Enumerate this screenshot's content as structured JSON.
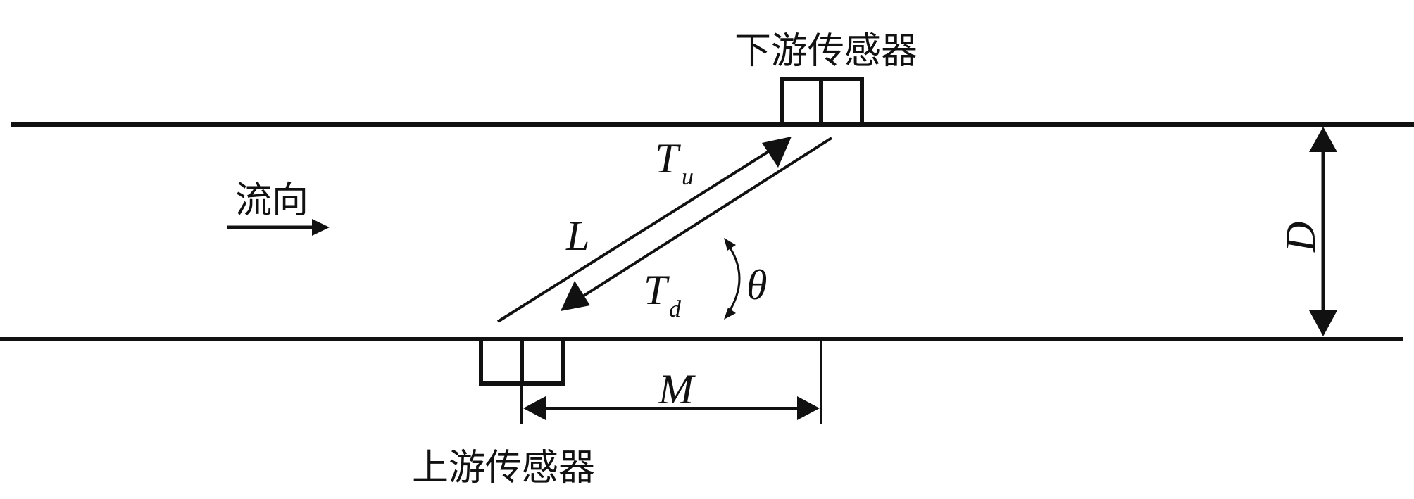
{
  "labels": {
    "downstream_sensor": "下游传感器",
    "upstream_sensor": "上游传感器",
    "flow_direction": "流向",
    "path_length": "L",
    "time_upstream_main": "T",
    "time_upstream_sub": "u",
    "time_downstream_main": "T",
    "time_downstream_sub": "d",
    "angle": "θ",
    "diameter": "D",
    "offset": "M"
  },
  "colors": {
    "line": "#111111",
    "background": "#ffffff"
  }
}
